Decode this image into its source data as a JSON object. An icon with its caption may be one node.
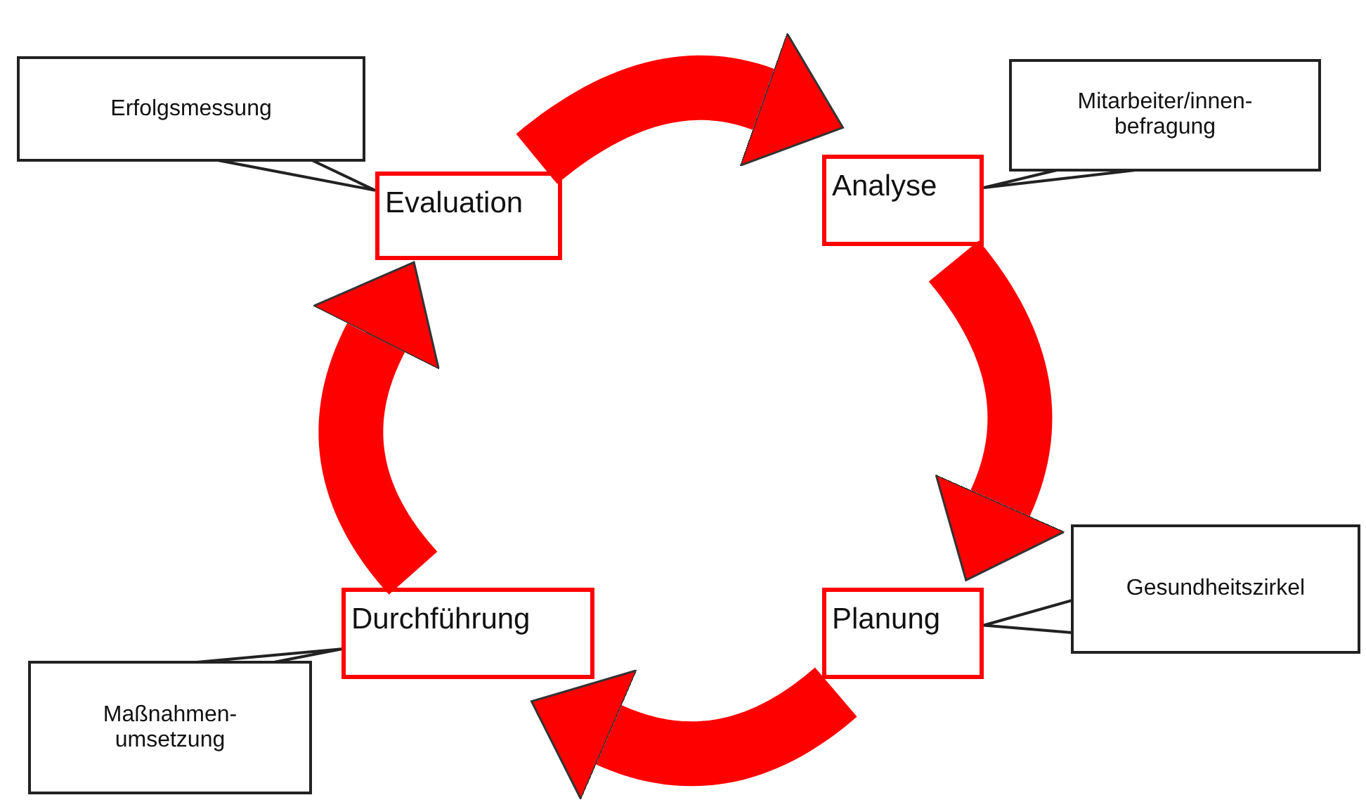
{
  "diagram": {
    "nodes": [
      {
        "text": [
          "Evaluation"
        ]
      },
      {
        "text": [
          "Analyse"
        ]
      },
      {
        "text": [
          "Planung"
        ]
      },
      {
        "text": [
          "Durchführung"
        ]
      },
      {
        "text": [
          "Erfolgsmessung"
        ]
      },
      {
        "text": [
          "Mitarbeiter/innen- befragung"
        ]
      },
      {
        "text": [
          "Gesundheitszirkel"
        ]
      },
      {
        "text": [
          "Maßnahmen- umsetzung"
        ]
      }
    ],
    "edges": [
      {
        "from": 0,
        "to": 1,
        "arrow": "to",
        "style": "thick",
        "color": "#ff0000"
      },
      {
        "from": 1,
        "to": 2,
        "arrow": "to",
        "style": "thick",
        "color": "#ff0000"
      },
      {
        "from": 2,
        "to": 3,
        "arrow": "to",
        "style": "thick",
        "color": "#ff0000"
      },
      {
        "from": 3,
        "to": 0,
        "arrow": "to",
        "style": "thick",
        "color": "#ff0000"
      },
      {
        "from": 4,
        "to": 0,
        "arrow": "none",
        "color": "#222222"
      },
      {
        "from": 5,
        "to": 1,
        "arrow": "none",
        "color": "#222222"
      },
      {
        "from": 6,
        "to": 2,
        "arrow": "none",
        "color": "#222222"
      },
      {
        "from": 7,
        "to": 3,
        "arrow": "none",
        "color": "#222222"
      }
    ]
  }
}
